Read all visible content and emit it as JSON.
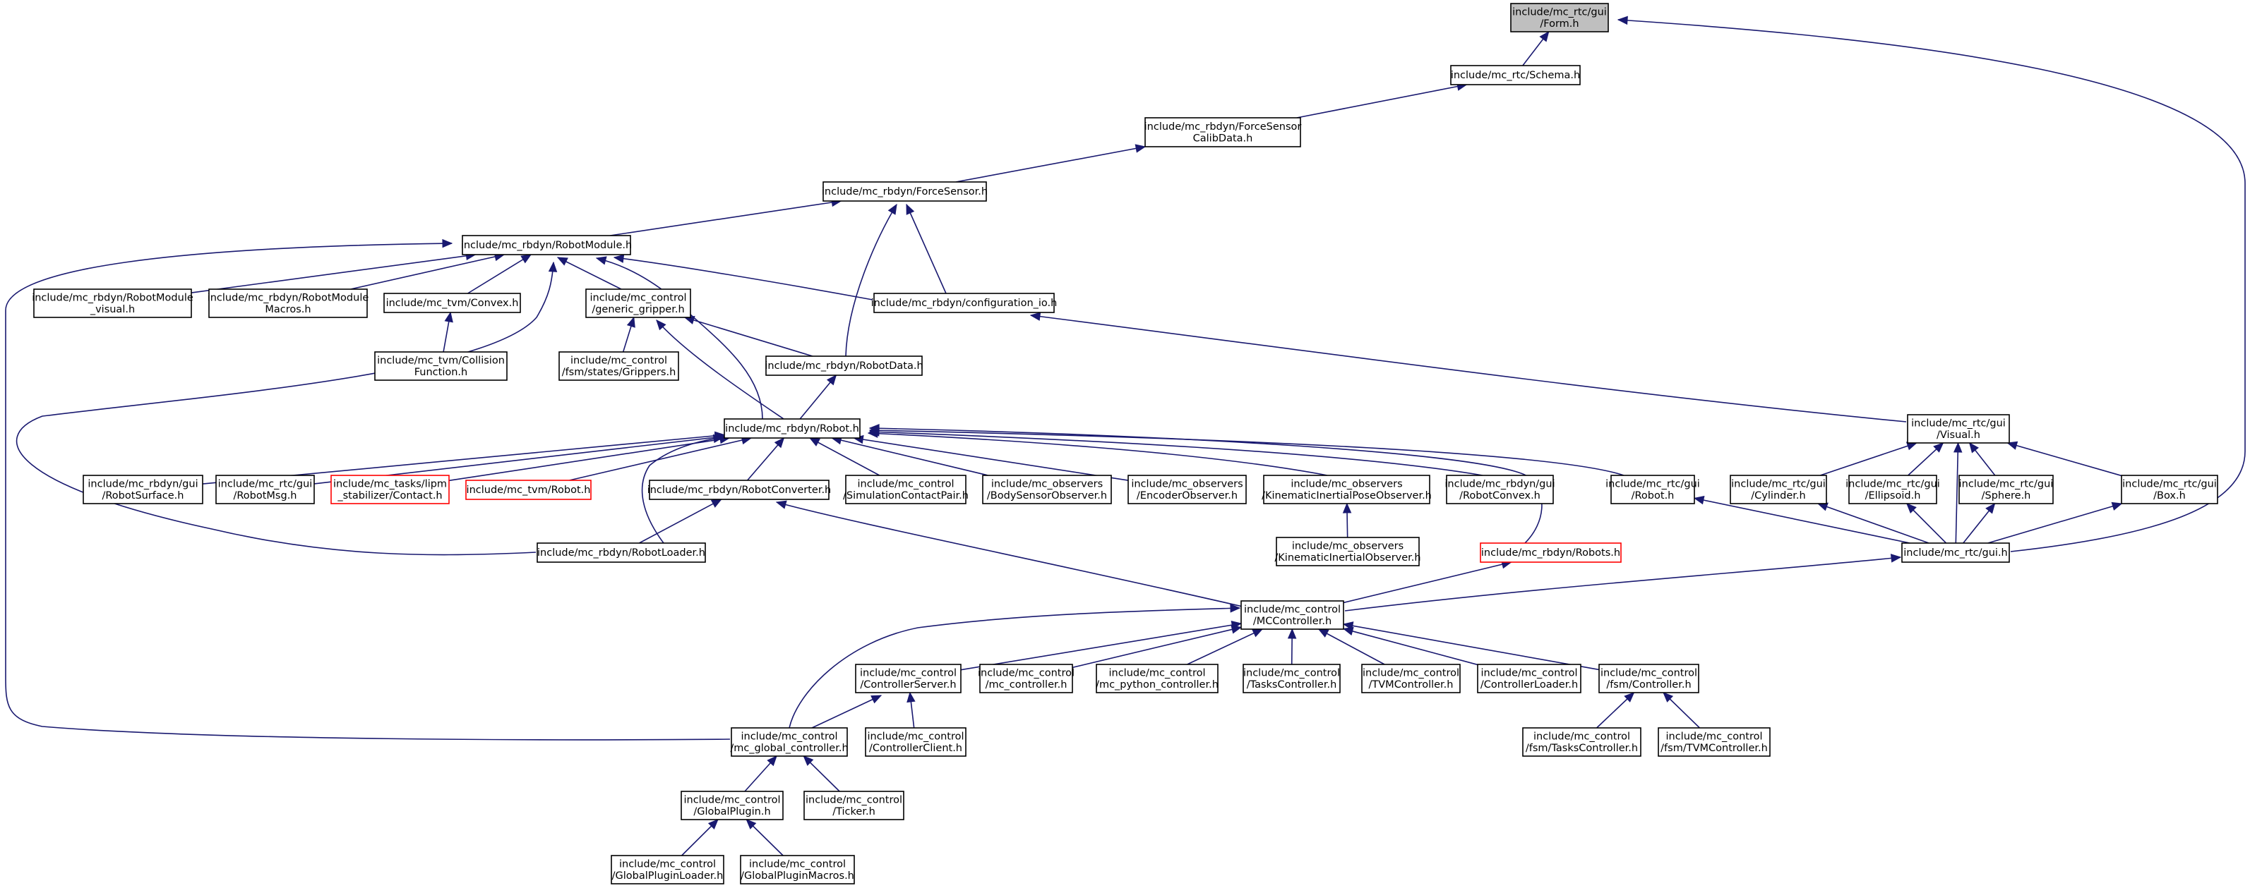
{
  "graph_type": "include dependency graph",
  "colors": {
    "edge": "#191970",
    "root_fill": "#bfbfbf",
    "broken_border": "#ff0000",
    "border": "#000000"
  },
  "nodes": [
    {
      "id": "form",
      "lines": [
        "include/mc_rtc/gui",
        "/Form.h"
      ],
      "style": "root"
    },
    {
      "id": "schema",
      "lines": [
        "include/mc_rtc/Schema.h"
      ]
    },
    {
      "id": "fscalib",
      "lines": [
        "include/mc_rbdyn/ForceSensor",
        "CalibData.h"
      ]
    },
    {
      "id": "forcesensor",
      "lines": [
        "include/mc_rbdyn/ForceSensor.h"
      ]
    },
    {
      "id": "robotmodule",
      "lines": [
        "include/mc_rbdyn/RobotModule.h"
      ]
    },
    {
      "id": "rm_visual",
      "lines": [
        "include/mc_rbdyn/RobotModule",
        "_visual.h"
      ]
    },
    {
      "id": "rm_macros",
      "lines": [
        "include/mc_rbdyn/RobotModule",
        "Macros.h"
      ]
    },
    {
      "id": "tvm_convex",
      "lines": [
        "include/mc_tvm/Convex.h"
      ]
    },
    {
      "id": "gen_gripper",
      "lines": [
        "include/mc_control",
        "/generic_gripper.h"
      ]
    },
    {
      "id": "config_io",
      "lines": [
        "include/mc_rbdyn/configuration_io.h"
      ]
    },
    {
      "id": "tvm_collision",
      "lines": [
        "include/mc_tvm/Collision",
        "Function.h"
      ]
    },
    {
      "id": "fsm_grippers",
      "lines": [
        "include/mc_control",
        "/fsm/states/Grippers.h"
      ]
    },
    {
      "id": "robotdata",
      "lines": [
        "include/mc_rbdyn/RobotData.h"
      ]
    },
    {
      "id": "robot",
      "lines": [
        "include/mc_rbdyn/Robot.h"
      ]
    },
    {
      "id": "gui_visual",
      "lines": [
        "include/mc_rtc/gui",
        "/Visual.h"
      ]
    },
    {
      "id": "robotsurface",
      "lines": [
        "include/mc_rbdyn/gui",
        "/RobotSurface.h"
      ]
    },
    {
      "id": "robotmsg",
      "lines": [
        "include/mc_rtc/gui",
        "/RobotMsg.h"
      ]
    },
    {
      "id": "lipm_contact",
      "lines": [
        "include/mc_tasks/lipm",
        "_stabilizer/Contact.h"
      ],
      "style": "red"
    },
    {
      "id": "tvm_robot",
      "lines": [
        "include/mc_tvm/Robot.h"
      ],
      "style": "red"
    },
    {
      "id": "robotconverter",
      "lines": [
        "include/mc_rbdyn/RobotConverter.h"
      ]
    },
    {
      "id": "simcontact",
      "lines": [
        "include/mc_control",
        "/SimulationContactPair.h"
      ]
    },
    {
      "id": "bodysensorobs",
      "lines": [
        "include/mc_observers",
        "/BodySensorObserver.h"
      ]
    },
    {
      "id": "encoderobs",
      "lines": [
        "include/mc_observers",
        "/EncoderObserver.h"
      ]
    },
    {
      "id": "kinposeobs",
      "lines": [
        "include/mc_observers",
        "/KinematicInertialPoseObserver.h"
      ]
    },
    {
      "id": "robotconvex",
      "lines": [
        "include/mc_rbdyn/gui",
        "/RobotConvex.h"
      ]
    },
    {
      "id": "gui_robot",
      "lines": [
        "include/mc_rtc/gui",
        "/Robot.h"
      ]
    },
    {
      "id": "gui_cylinder",
      "lines": [
        "include/mc_rtc/gui",
        "/Cylinder.h"
      ]
    },
    {
      "id": "gui_ellipsoid",
      "lines": [
        "include/mc_rtc/gui",
        "/Ellipsoid.h"
      ]
    },
    {
      "id": "gui_sphere",
      "lines": [
        "include/mc_rtc/gui",
        "/Sphere.h"
      ]
    },
    {
      "id": "gui_box",
      "lines": [
        "include/mc_rtc/gui",
        "/Box.h"
      ]
    },
    {
      "id": "robotloader",
      "lines": [
        "include/mc_rbdyn/RobotLoader.h"
      ]
    },
    {
      "id": "kinobs",
      "lines": [
        "include/mc_observers",
        "/KinematicInertialObserver.h"
      ]
    },
    {
      "id": "robots",
      "lines": [
        "include/mc_rbdyn/Robots.h"
      ],
      "style": "red"
    },
    {
      "id": "gui",
      "lines": [
        "include/mc_rtc/gui.h"
      ]
    },
    {
      "id": "mccontroller",
      "lines": [
        "include/mc_control",
        "/MCController.h"
      ]
    },
    {
      "id": "ctrlserver",
      "lines": [
        "include/mc_control",
        "/ControllerServer.h"
      ]
    },
    {
      "id": "mc_controller",
      "lines": [
        "include/mc_control",
        "/mc_controller.h"
      ]
    },
    {
      "id": "mc_python",
      "lines": [
        "include/mc_control",
        "/mc_python_controller.h"
      ]
    },
    {
      "id": "taskscontroller",
      "lines": [
        "include/mc_control",
        "/TasksController.h"
      ]
    },
    {
      "id": "tvmcontroller",
      "lines": [
        "include/mc_control",
        "/TVMController.h"
      ]
    },
    {
      "id": "ctrlloader",
      "lines": [
        "include/mc_control",
        "/ControllerLoader.h"
      ]
    },
    {
      "id": "fsmcontroller",
      "lines": [
        "include/mc_control",
        "/fsm/Controller.h"
      ]
    },
    {
      "id": "global_ctrl",
      "lines": [
        "include/mc_control",
        "/mc_global_controller.h"
      ]
    },
    {
      "id": "ctrlclient",
      "lines": [
        "include/mc_control",
        "/ControllerClient.h"
      ]
    },
    {
      "id": "fsm_tasks",
      "lines": [
        "include/mc_control",
        "/fsm/TasksController.h"
      ]
    },
    {
      "id": "fsm_tvm",
      "lines": [
        "include/mc_control",
        "/fsm/TVMController.h"
      ]
    },
    {
      "id": "globalplugin",
      "lines": [
        "include/mc_control",
        "/GlobalPlugin.h"
      ]
    },
    {
      "id": "ticker",
      "lines": [
        "include/mc_control",
        "/Ticker.h"
      ]
    },
    {
      "id": "gp_loader",
      "lines": [
        "include/mc_control",
        "/GlobalPluginLoader.h"
      ]
    },
    {
      "id": "gp_macros",
      "lines": [
        "include/mc_control",
        "/GlobalPluginMacros.h"
      ]
    }
  ],
  "edges": [
    [
      "schema",
      "form"
    ],
    [
      "gui",
      "form"
    ],
    [
      "fscalib",
      "schema"
    ],
    [
      "forcesensor",
      "fscalib"
    ],
    [
      "robotmodule",
      "forcesensor"
    ],
    [
      "config_io",
      "forcesensor"
    ],
    [
      "robotdata",
      "forcesensor"
    ],
    [
      "rm_visual",
      "robotmodule"
    ],
    [
      "rm_macros",
      "robotmodule"
    ],
    [
      "tvm_convex",
      "robotmodule"
    ],
    [
      "gen_gripper",
      "robotmodule"
    ],
    [
      "config_io",
      "robotmodule"
    ],
    [
      "robot",
      "robotmodule"
    ],
    [
      "robotloader",
      "robotmodule"
    ],
    [
      "global_ctrl",
      "robotmodule"
    ],
    [
      "tvm_collision",
      "tvm_convex"
    ],
    [
      "fsm_grippers",
      "gen_gripper"
    ],
    [
      "robotdata",
      "gen_gripper"
    ],
    [
      "robot",
      "gen_gripper"
    ],
    [
      "gui_visual",
      "config_io"
    ],
    [
      "robot",
      "robotdata"
    ],
    [
      "robotsurface",
      "robot"
    ],
    [
      "robotmsg",
      "robot"
    ],
    [
      "lipm_contact",
      "robot"
    ],
    [
      "tvm_robot",
      "robot"
    ],
    [
      "robotconverter",
      "robot"
    ],
    [
      "simcontact",
      "robot"
    ],
    [
      "bodysensorobs",
      "robot"
    ],
    [
      "encoderobs",
      "robot"
    ],
    [
      "kinposeobs",
      "robot"
    ],
    [
      "robotconvex",
      "robot"
    ],
    [
      "gui_robot",
      "robot"
    ],
    [
      "robotloader",
      "robot"
    ],
    [
      "robots",
      "robot"
    ],
    [
      "gui_cylinder",
      "gui_visual"
    ],
    [
      "gui_ellipsoid",
      "gui_visual"
    ],
    [
      "gui_sphere",
      "gui_visual"
    ],
    [
      "gui_box",
      "gui_visual"
    ],
    [
      "gui",
      "gui_visual"
    ],
    [
      "robotloader",
      "robotconverter"
    ],
    [
      "mccontroller",
      "robotconverter"
    ],
    [
      "kinobs",
      "kinposeobs"
    ],
    [
      "gui",
      "gui_robot"
    ],
    [
      "gui",
      "gui_cylinder"
    ],
    [
      "gui",
      "gui_ellipsoid"
    ],
    [
      "gui",
      "gui_sphere"
    ],
    [
      "gui",
      "gui_box"
    ],
    [
      "mccontroller",
      "robots"
    ],
    [
      "mccontroller",
      "gui"
    ],
    [
      "global_ctrl",
      "mccontroller"
    ],
    [
      "ctrlserver",
      "mccontroller"
    ],
    [
      "mc_controller",
      "mccontroller"
    ],
    [
      "mc_python",
      "mccontroller"
    ],
    [
      "taskscontroller",
      "mccontroller"
    ],
    [
      "tvmcontroller",
      "mccontroller"
    ],
    [
      "ctrlloader",
      "mccontroller"
    ],
    [
      "fsmcontroller",
      "mccontroller"
    ],
    [
      "global_ctrl",
      "ctrlserver"
    ],
    [
      "ctrlclient",
      "ctrlserver"
    ],
    [
      "fsm_tasks",
      "fsmcontroller"
    ],
    [
      "fsm_tvm",
      "fsmcontroller"
    ],
    [
      "globalplugin",
      "global_ctrl"
    ],
    [
      "ticker",
      "global_ctrl"
    ],
    [
      "gp_loader",
      "globalplugin"
    ],
    [
      "gp_macros",
      "globalplugin"
    ]
  ]
}
